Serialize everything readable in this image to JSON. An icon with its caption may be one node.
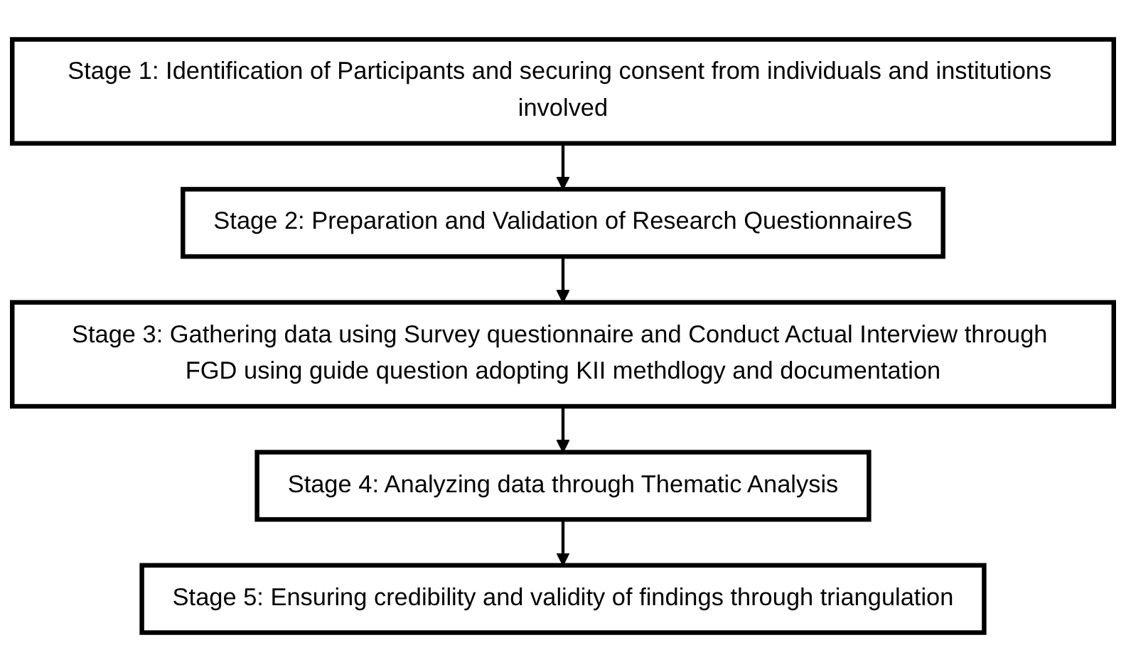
{
  "diagram": {
    "nodes": [
      {
        "text": [
          "Stage 1: Identification of Participants and securing consent from individuals and institutions involved"
        ]
      },
      {
        "text": [
          "Stage 2: Preparation and Validation of Research QuestionnaireS"
        ]
      },
      {
        "text": [
          "Stage 3: Gathering data using Survey questionnaire and Conduct Actual Interview through FGD using guide question adopting KII methdlogy and documentation"
        ]
      },
      {
        "text": [
          "Stage 4: Analyzing data through Thematic Analysis"
        ]
      },
      {
        "text": [
          "Stage 5: Ensuring credibility and validity of findings through triangulation"
        ]
      }
    ],
    "edges": [
      {
        "from": 0,
        "to": 1,
        "arrow": "to"
      },
      {
        "from": 1,
        "to": 2,
        "arrow": "to"
      },
      {
        "from": 2,
        "to": 3,
        "arrow": "to"
      },
      {
        "from": 3,
        "to": 4,
        "arrow": "to"
      }
    ]
  }
}
